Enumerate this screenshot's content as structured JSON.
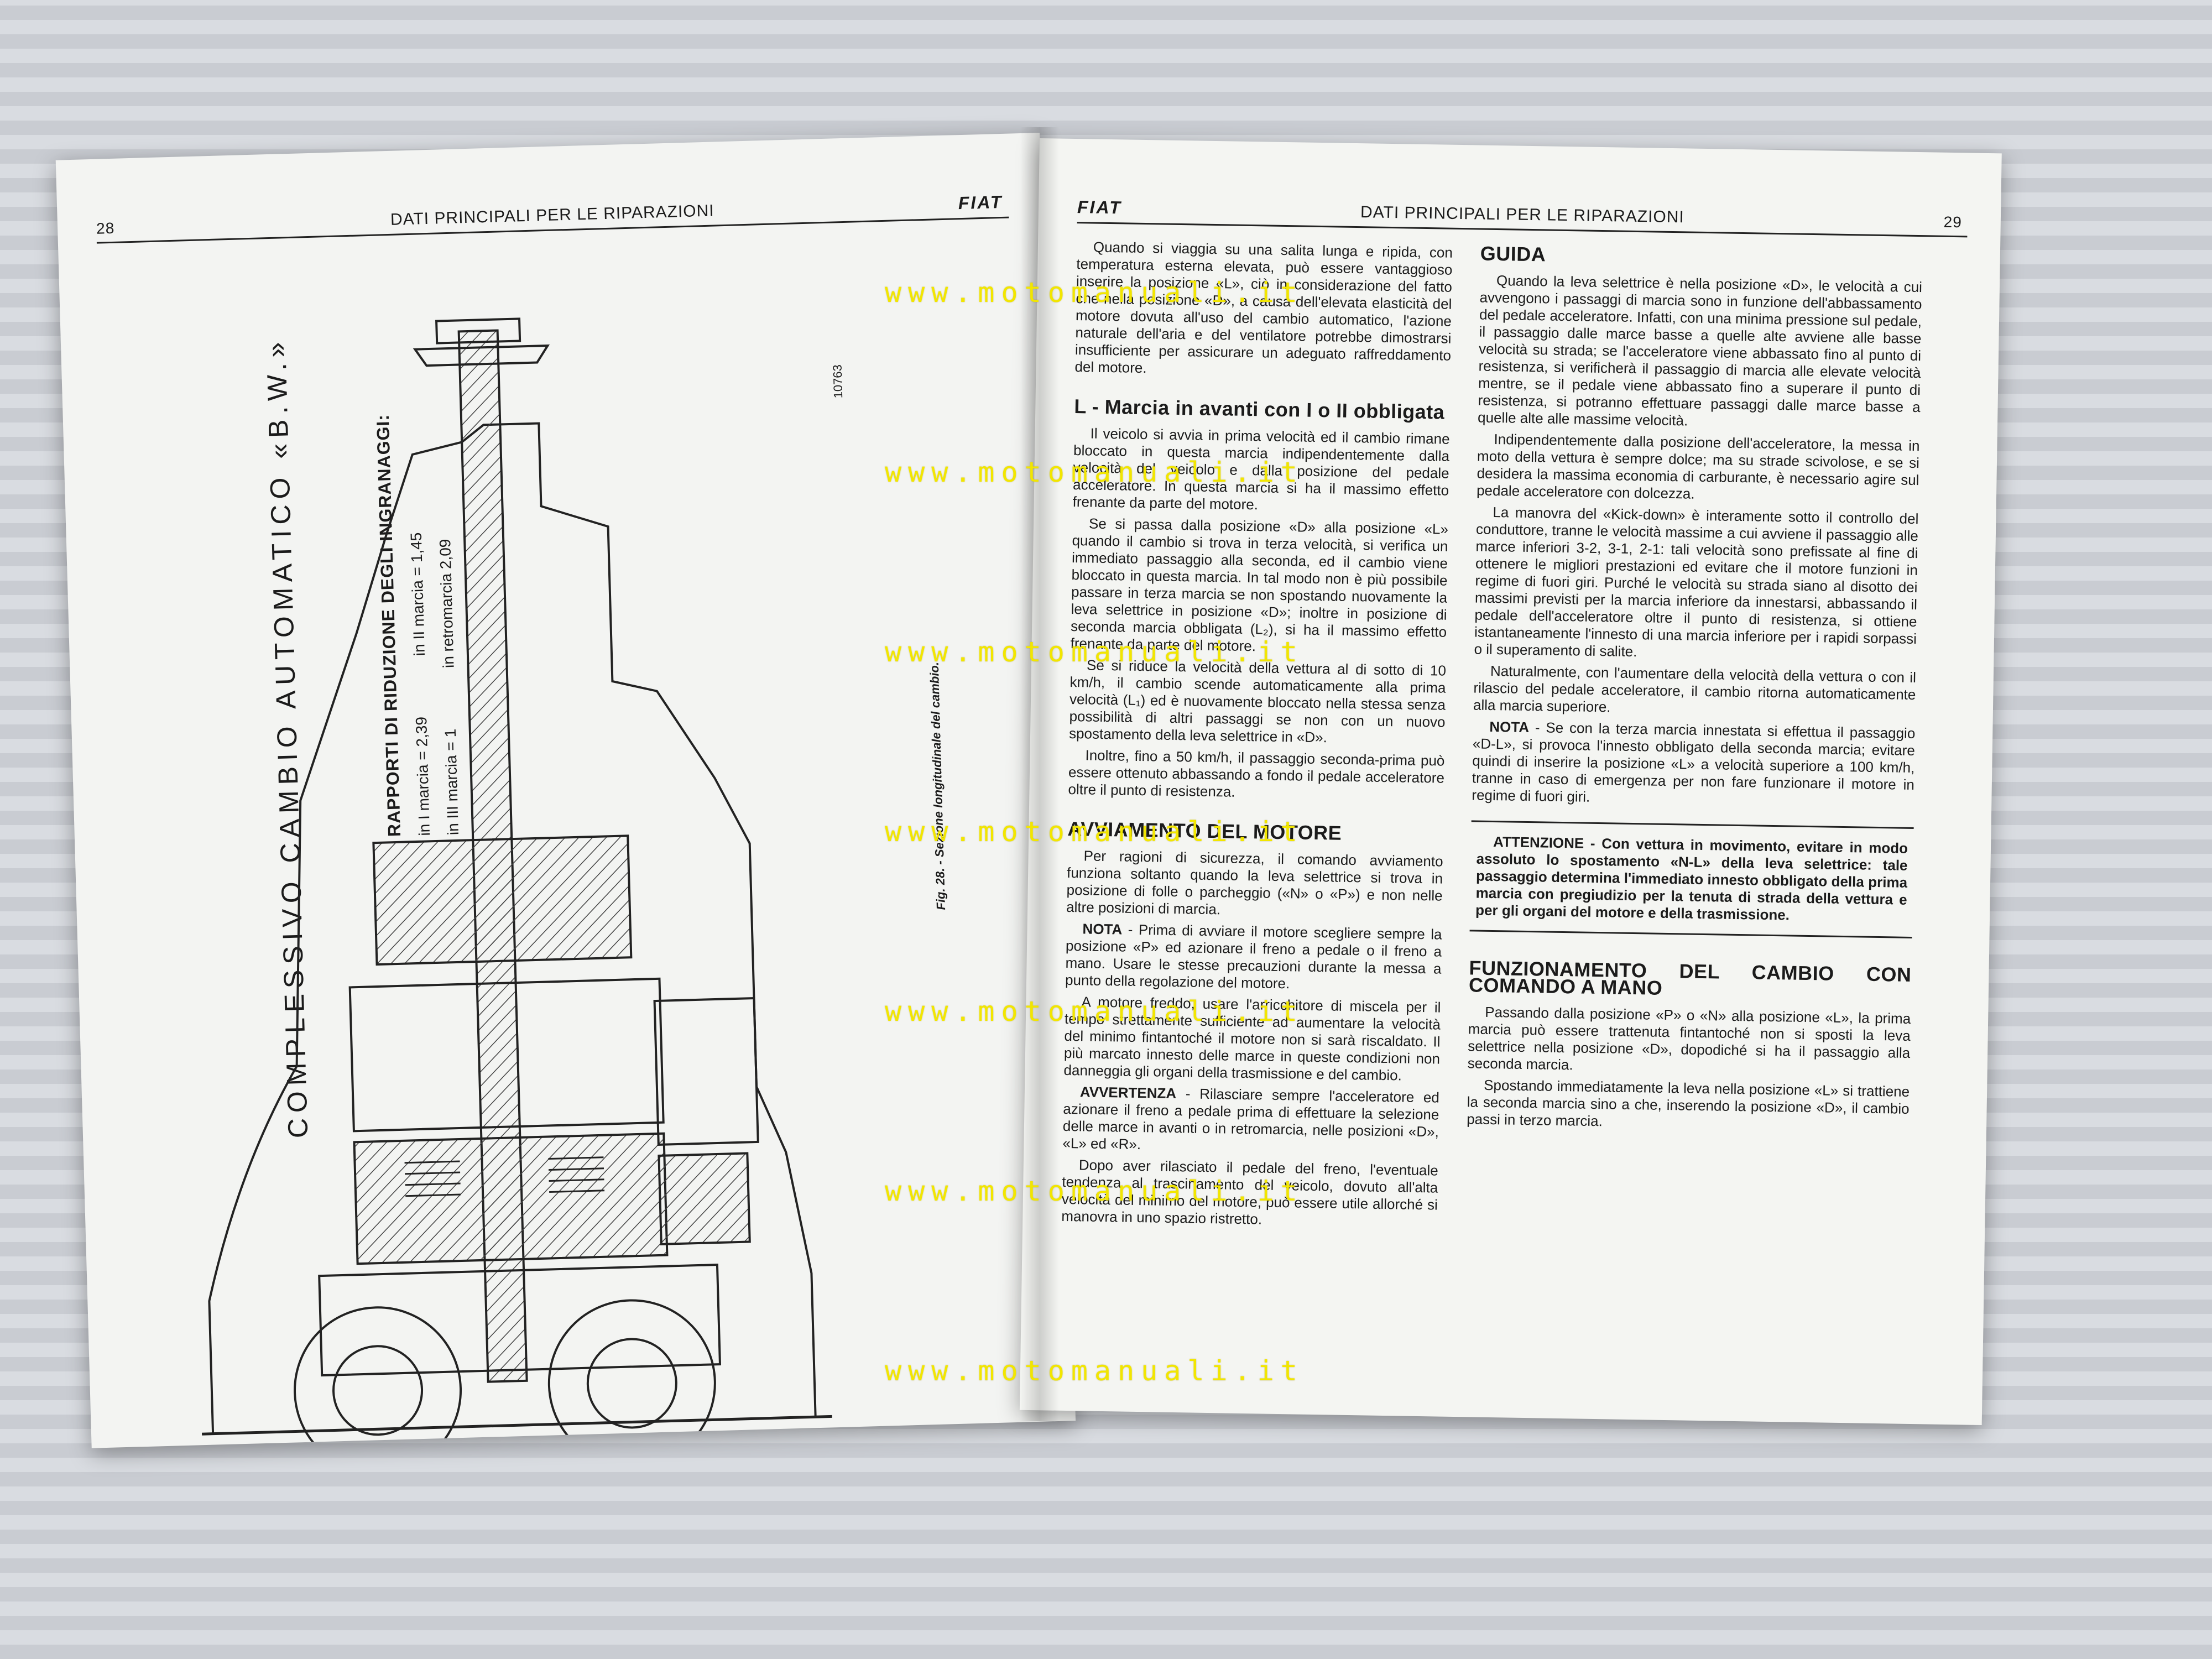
{
  "left_page": {
    "page_number": "28",
    "header_title": "DATI PRINCIPALI PER LE RIPARAZIONI",
    "brand": "FIAT",
    "main_title": "COMPLESSIVO CAMBIO AUTOMATICO «B.W.»",
    "ratios_heading": "RAPPORTI DI RIDUZIONE DEGLI INGRANAGGI:",
    "ratios": [
      {
        "label": "in I marcia = 2,39",
        "label2": "in II marcia = 1,45"
      },
      {
        "label": "in III marcia = 1",
        "label2": "in retromarcia 2,09"
      }
    ],
    "fig_code": "10763",
    "fig_caption": "Fig. 28. - Sezione longitudinale del cambio."
  },
  "right_page": {
    "brand": "FIAT",
    "header_title": "DATI PRINCIPALI PER LE RIPARAZIONI",
    "page_number": "29",
    "col_left": {
      "intro": "Quando si viaggia su una salita lunga e ripida, con temperatura esterna elevata, può essere vantaggioso inserire la posizione «L», ciò in considerazione del fatto che nella posizione «D», a causa dell'elevata elasticità del motore dovuta all'uso del cambio automatico, l'azione naturale dell'aria e del ventilatore potrebbe dimostrarsi insufficiente per assicurare un adeguato raffreddamento del motore.",
      "h_marcia": "L - Marcia in avanti con I o II obbligata",
      "p1": "Il veicolo si avvia in prima velocità ed il cambio rimane bloccato in questa marcia indipendentemente dalla velocità del veicolo e dalla posizione del pedale acceleratore. In questa marcia si ha il massimo effetto frenante da parte del motore.",
      "p2": "Se si passa dalla posizione «D» alla posizione «L» quando il cambio si trova in terza velocità, si verifica un immediato passaggio alla seconda, ed il cambio viene bloccato in questa marcia. In tal modo non è più possibile passare in terza marcia se non spostando nuovamente la leva selettrice in posizione «D»; inoltre in posizione di seconda marcia obbligata (L₂), si ha il massimo effetto frenante da parte del motore.",
      "p3": "Se si riduce la velocità della vettura al di sotto di 10 km/h, il cambio scende automaticamente alla prima velocità (L₁) ed è nuovamente bloccato nella stessa senza possibilità di altri passaggi se non con un nuovo spostamento della leva selettrice in «D».",
      "p4": "Inoltre, fino a 50 km/h, il passaggio seconda-prima può essere ottenuto abbassando a fondo il pedale acceleratore oltre il punto di resistenza.",
      "h_avviamento": "AVVIAMENTO DEL MOTORE",
      "p5": "Per ragioni di sicurezza, il comando avviamento funziona soltanto quando la leva selettrice si trova in posizione di folle o parcheggio («N» o «P») e non nelle altre posizioni di marcia.",
      "nota_label": "NOTA",
      "nota_text": " - Prima di avviare il motore scegliere sempre la posizione «P» ed azionare il freno a pedale o il freno a mano. Usare le stesse precauzioni durante la messa a punto della regolazione del motore.",
      "p6": "A motore freddo, usare l'arricchitore di miscela per il tempo strettamente sufficiente ad aumentare la velocità del minimo fintantoché il motore non si sarà riscaldato. Il più marcato innesto delle marce in queste condizioni non danneggia gli organi della trasmissione e del cambio.",
      "avv_label": "AVVERTENZA",
      "avv_text": " - Rilasciare sempre l'acceleratore ed azionare il freno a pedale prima di effettuare la selezione delle marce in avanti o in retromarcia, nelle posizioni «D», «L» ed «R».",
      "p7": "Dopo aver rilasciato il pedale del freno, l'eventuale tendenza al trascinamento del veicolo, dovuto all'alta velocità del minimo del motore, può essere utile allorché si manovra in uno spazio ristretto."
    },
    "col_right": {
      "h_guida": "GUIDA",
      "g1": "Quando la leva selettrice è nella posizione «D», le velocità a cui avvengono i passaggi di marcia sono in funzione dell'abbassamento del pedale acceleratore. Infatti, con una minima pressione sul pedale, il passaggio dalle marce basse a quelle alte avviene alle basse velocità su strada; se l'acceleratore viene abbassato fino al punto di resistenza, si verificherà il passaggio di marcia alle elevate velocità mentre, se il pedale viene abbassato fino a superare il punto di resistenza, si potranno effettuare passaggi dalle marce basse a quelle alte alle massime velocità.",
      "g2": "Indipendentemente dalla posizione dell'acceleratore, la messa in moto della vettura è sempre dolce; ma su strade scivolose, e se si desidera la massima economia di carburante, è necessario agire sul pedale acceleratore con dolcezza.",
      "g3": "La manovra del «Kick-down» è interamente sotto il controllo del conduttore, tranne le velocità massime a cui avviene il passaggio alle marce inferiori 3-2, 3-1, 2-1: tali velocità sono prefissate al fine di ottenere le migliori prestazioni ed evitare che il motore funzioni in regime di fuori giri. Purché le velocità su strada siano al disotto dei massimi previsti per la marcia inferiore da innestarsi, abbassando il pedale dell'acceleratore oltre il punto di resistenza, si ottiene istantaneamente l'innesto di una marcia inferiore per i rapidi sorpassi o il superamento di salite.",
      "g4": "Naturalmente, con l'aumentare della velocità della vettura o con il rilascio del pedale acceleratore, il cambio ritorna automaticamente alla marcia superiore.",
      "nota_label": "NOTA",
      "nota_text": " - Se con la terza marcia innestata si effettua il passaggio «D-L», si provoca l'innesto obbligato della seconda marcia; evitare quindi di inserire la posizione «L» a velocità superiore a 100 km/h, tranne in caso di emergenza per non fare funzionare il motore in regime di fuori giri.",
      "attenzione": "ATTENZIONE - Con vettura in movimento, evitare in modo assoluto lo spostamento «N-L» della leva selettrice: tale passaggio determina l'immediato innesto obbligato della prima marcia con pregiudizio per la tenuta di strada della vettura e per gli organi del motore e della trasmissione.",
      "h_funz": "FUNZIONAMENTO DEL CAMBIO CON COMANDO A MANO",
      "f1": "Passando dalla posizione «P» o «N» alla posizione «L», la prima marcia può essere trattenuta fintantoché non si sposti la leva selettrice nella posizione «D», dopodiché si ha il passaggio alla seconda marcia.",
      "f2": "Spostando immediatamente la leva nella posizione «L» si trattiene la seconda marcia sino a che, inserendo la posizione «D», il cambio passi in terzo marcia."
    }
  },
  "watermark": "www.motomanuali.it"
}
